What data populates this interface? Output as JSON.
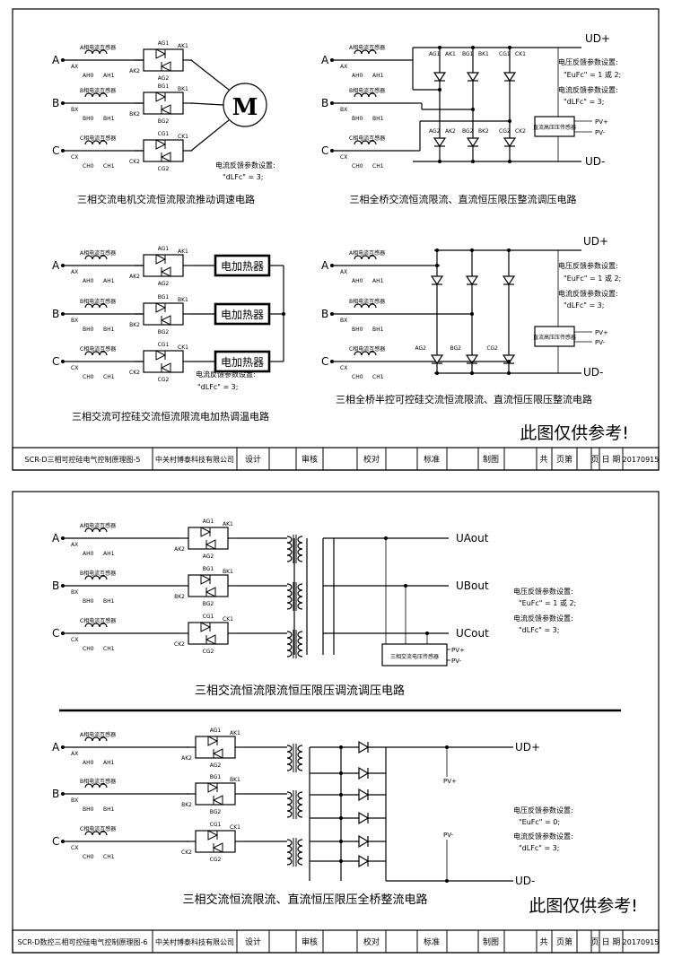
{
  "sheet1": {
    "circuits": {
      "motor": {
        "caption": "三相交流电机交流恒流限流推动调速电路",
        "motor_symbol": "M",
        "note_title": "电流反馈参数设置:",
        "note_value": "\"dLFc\" = 3;"
      },
      "rectifier_full": {
        "caption": "三相全桥交流恒流限流、直流恒压限压整流调压电路",
        "ud_plus": "UD+",
        "ud_minus": "UD-",
        "sensor_label": "直流高压压传感器",
        "pv_plus": "PV+",
        "pv_minus": "PV-",
        "scr_labels": [
          "AG1",
          "AK1",
          "BG1",
          "BK1",
          "CG1",
          "CK1",
          "AG2",
          "AK2",
          "BG2",
          "BK2",
          "CG2",
          "CK2"
        ],
        "note_v_title": "电压反馈参数设置:",
        "note_v_value": "\"EuFc\" = 1 或 2;",
        "note_i_title": "电流反馈参数设置:",
        "note_i_value": "\"dLFc\" = 3;"
      },
      "heater": {
        "caption": "三相交流可控硅交流恒流限流电加热调温电路",
        "heater_label": "电加热器",
        "note_title": "电流反馈参数设置:",
        "note_value": "\"dLFc\" = 3;"
      },
      "half_bridge": {
        "caption": "三相全桥半控可控硅交流恒流限流、直流恒压限压整流电路",
        "ud_plus": "UD+",
        "ud_minus": "UD-",
        "sensor_label": "直流高压压传感器",
        "pv_plus": "PV+",
        "pv_minus": "PV-",
        "scr_labels": [
          "AG2",
          "BG2",
          "CG2"
        ],
        "note_v_title": "电压反馈参数设置:",
        "note_v_value": "\"EuFc\" = 1 或 2;",
        "note_i_title": "电流反馈参数设置:",
        "note_i_value": "\"dLFc\" = 3;"
      }
    },
    "phases": [
      {
        "letter": "A",
        "ct": "A相电流互感器",
        "ct_a": "AH0",
        "ct_b": "AH1",
        "wire": "AX",
        "g1": "AG1",
        "k1": "AK1",
        "g2": "AG2",
        "k2": "AK2"
      },
      {
        "letter": "B",
        "ct": "B相电流互感器",
        "ct_a": "BH0",
        "ct_b": "BH1",
        "wire": "BX",
        "g1": "BG1",
        "k1": "BK1",
        "g2": "BG2",
        "k2": "BK2"
      },
      {
        "letter": "C",
        "ct": "C相电流互感器",
        "ct_a": "CH0",
        "ct_b": "CH1",
        "wire": "CX",
        "g1": "CG1",
        "k1": "CK1",
        "g2": "CG2",
        "k2": "CK2"
      }
    ],
    "watermark": "此图仅供参考!",
    "title_block": {
      "drawing": "SCR-D三相可控硅电气控制原理图-5",
      "company": "中关村博泰科技有限公司",
      "design": "设计",
      "review": "审核",
      "check": "校对",
      "standard": "标准",
      "drafter": "制图",
      "total": "共",
      "page": "页第",
      "page2": "页",
      "date_label": "日 期",
      "date": "20170915"
    }
  },
  "sheet2": {
    "circuits": {
      "ac_regulator": {
        "caption": "三相交流恒流限流恒压限压调流调压电路",
        "outputs": [
          "UAout",
          "UBout",
          "UCout"
        ],
        "sensor_label": "三相交流电压传感器",
        "pv_plus": "PV+",
        "pv_minus": "PV-",
        "note_v_title": "电压反馈参数设置:",
        "note_v_value": "\"EuFc\" = 1 或 2;",
        "note_i_title": "电流反馈参数设置:",
        "note_i_value": "\"dLFc\" = 3;"
      },
      "full_bridge_rectifier": {
        "caption": "三相交流恒流限流、直流恒压限压全桥整流电路",
        "ud_plus": "UD+",
        "ud_minus": "UD-",
        "pv_plus": "PV+",
        "pv_minus": "PV-",
        "note_v_title": "电压反馈参数设置:",
        "note_v_value": "\"EuFc\" = 0;",
        "note_i_title": "电流反馈参数设置:",
        "note_i_value": "\"dLFc\" = 3;"
      }
    },
    "watermark": "此图仅供参考!",
    "title_block": {
      "drawing": "SCR-D数控三相可控硅电气控制原理图-6",
      "company": "中关村博泰科技有限公司",
      "design": "设计",
      "review": "审核",
      "check": "校对",
      "standard": "标准",
      "drafter": "制图",
      "total": "共",
      "page": "页第",
      "page2": "页",
      "date_label": "日 期",
      "date": "20170915"
    }
  }
}
